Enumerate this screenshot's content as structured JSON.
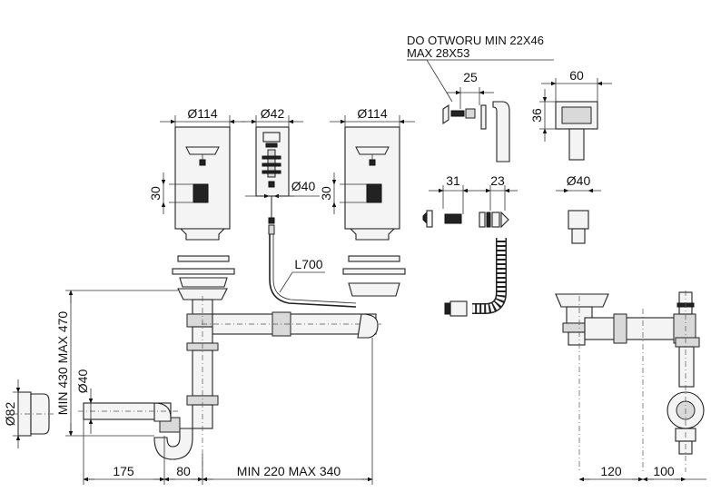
{
  "dimensions": {
    "d114_left": "Ø114",
    "d42": "Ø42",
    "d114_right": "Ø114",
    "d30_left": "30",
    "d30_right": "30",
    "d40_under_d42": "Ø40",
    "l700": "L700",
    "min430max470": "MIN 430 MAX 470",
    "d82": "Ø82",
    "d40_left": "Ø40",
    "d175": "175",
    "d80": "80",
    "min220max340": "MIN 220 MAX 340",
    "d25": "25",
    "d60": "60",
    "d36": "36",
    "d31": "31",
    "d23": "23",
    "d40_right": "Ø40",
    "d120": "120",
    "d100": "100"
  },
  "notes": {
    "hole_line1": "DO OTWORU MIN 22X46",
    "hole_line2": "MAX 28X53"
  }
}
